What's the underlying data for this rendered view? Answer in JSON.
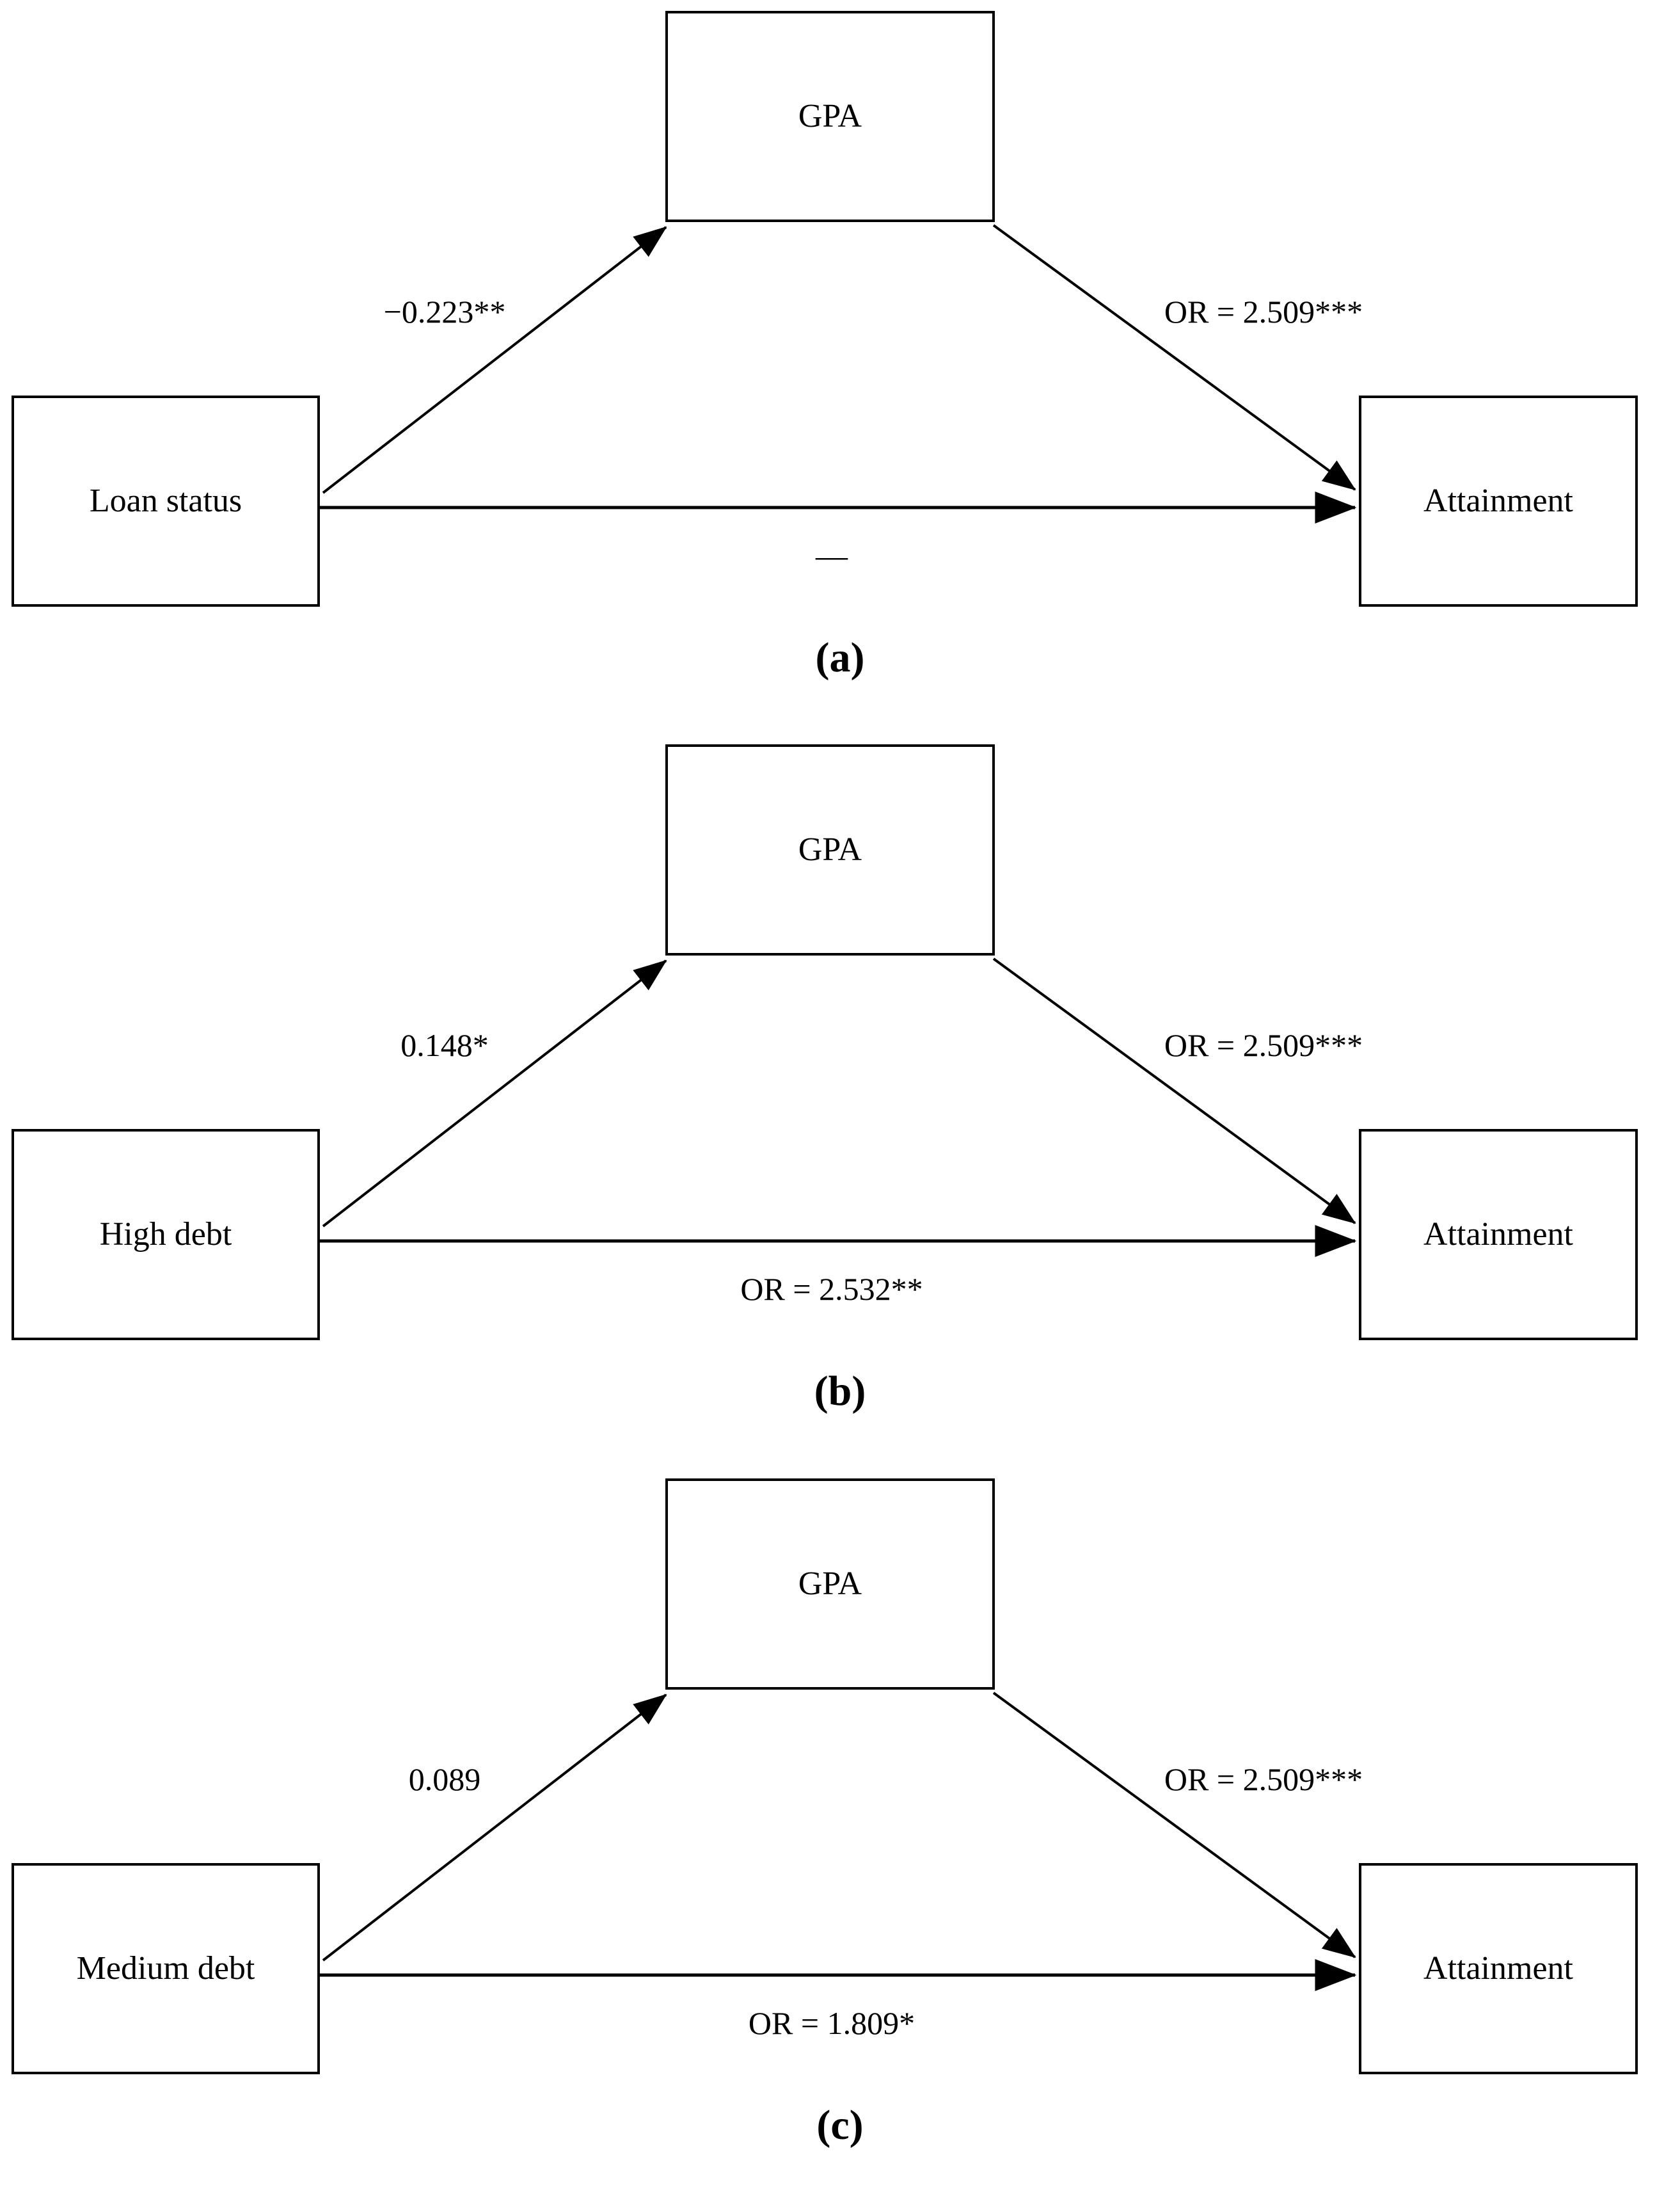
{
  "colors": {
    "line": "#000000",
    "text": "#000000",
    "background": "#ffffff"
  },
  "panels": [
    {
      "caption": "(a)",
      "mediator_box": "GPA",
      "predictor_box": "Loan status",
      "outcome_box": "Attainment",
      "predictor_to_mediator_label": "−0.223**",
      "mediator_to_outcome_label": "OR = 2.509***",
      "direct_path_label": "—"
    },
    {
      "caption": "(b)",
      "mediator_box": "GPA",
      "predictor_box": "High debt",
      "outcome_box": "Attainment",
      "predictor_to_mediator_label": "0.148*",
      "mediator_to_outcome_label": "OR = 2.509***",
      "direct_path_label": "OR = 2.532**"
    },
    {
      "caption": "(c)",
      "mediator_box": "GPA",
      "predictor_box": "Medium debt",
      "outcome_box": "Attainment",
      "predictor_to_mediator_label": "0.089",
      "mediator_to_outcome_label": "OR = 2.509***",
      "direct_path_label": "OR = 1.809*"
    }
  ]
}
